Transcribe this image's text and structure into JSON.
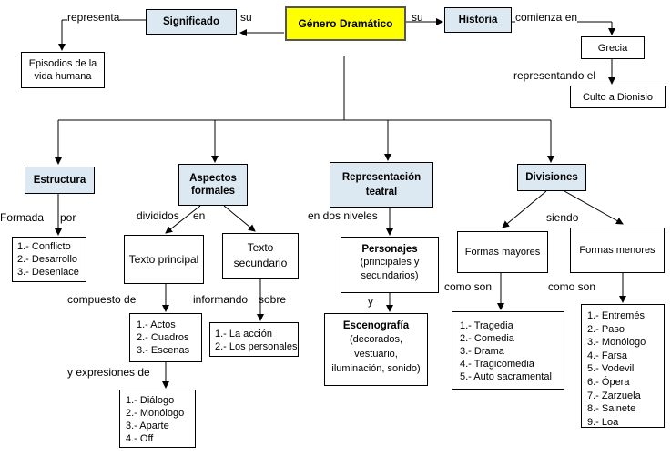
{
  "root": "Género Dramático",
  "significado": {
    "label": "Significado",
    "link": "su",
    "link_down": "representa",
    "child": "Episodios de la vida humana"
  },
  "historia": {
    "label": "Historia",
    "link": "su",
    "link_down": "comienza en",
    "child": "Grecia",
    "link_down2": "representando el",
    "child2": "Culto a Dionisio"
  },
  "estructura": {
    "label": "Estructura",
    "link_left": "Formada",
    "link_right": "por",
    "items": [
      "1.- Conflicto",
      "2.- Desarrollo",
      "3.- Desenlace"
    ]
  },
  "aspectos": {
    "label": "Aspectos formales",
    "link_left": "divididos",
    "link_right": "en",
    "texto_principal": {
      "label": "Texto principal",
      "link": "compuesto de",
      "items": [
        "1.- Actos",
        "2.- Cuadros",
        "3.- Escenas"
      ],
      "link2": "y expresiones de",
      "items2": [
        "1.- Diálogo",
        "2.- Monólogo",
        "3.- Aparte",
        "4.- Off"
      ]
    },
    "texto_secundario": {
      "label": "Texto secundario",
      "link_left": "informando",
      "link_right": "sobre",
      "items": [
        "1.- La acción",
        "2.- Los personales"
      ]
    }
  },
  "representacion": {
    "label": "Representación teatral",
    "link": "en dos niveles",
    "personajes": {
      "title": "Personajes",
      "detail": "(principales y secundarios)"
    },
    "link2": "y",
    "escenografia": {
      "title": "Escenografía",
      "detail": "(decorados, vestuario, iluminación, sonido)"
    }
  },
  "divisiones": {
    "label": "Divisiones",
    "link": "siendo",
    "mayores": {
      "label": "Formas mayores",
      "link": "como son",
      "items": [
        "1.- Tragedia",
        "2.- Comedia",
        "3.- Drama",
        "4.- Tragicomedia",
        "5.- Auto sacramental"
      ]
    },
    "menores": {
      "label": "Formas menores",
      "link": "como son",
      "items": [
        "1.- Entremés",
        "2.- Paso",
        "3.- Monólogo",
        "4.- Farsa",
        "5.- Vodevil",
        "6.- Ópera",
        "7.- Zarzuela",
        "8.- Sainete",
        "9.- Loa"
      ]
    }
  }
}
